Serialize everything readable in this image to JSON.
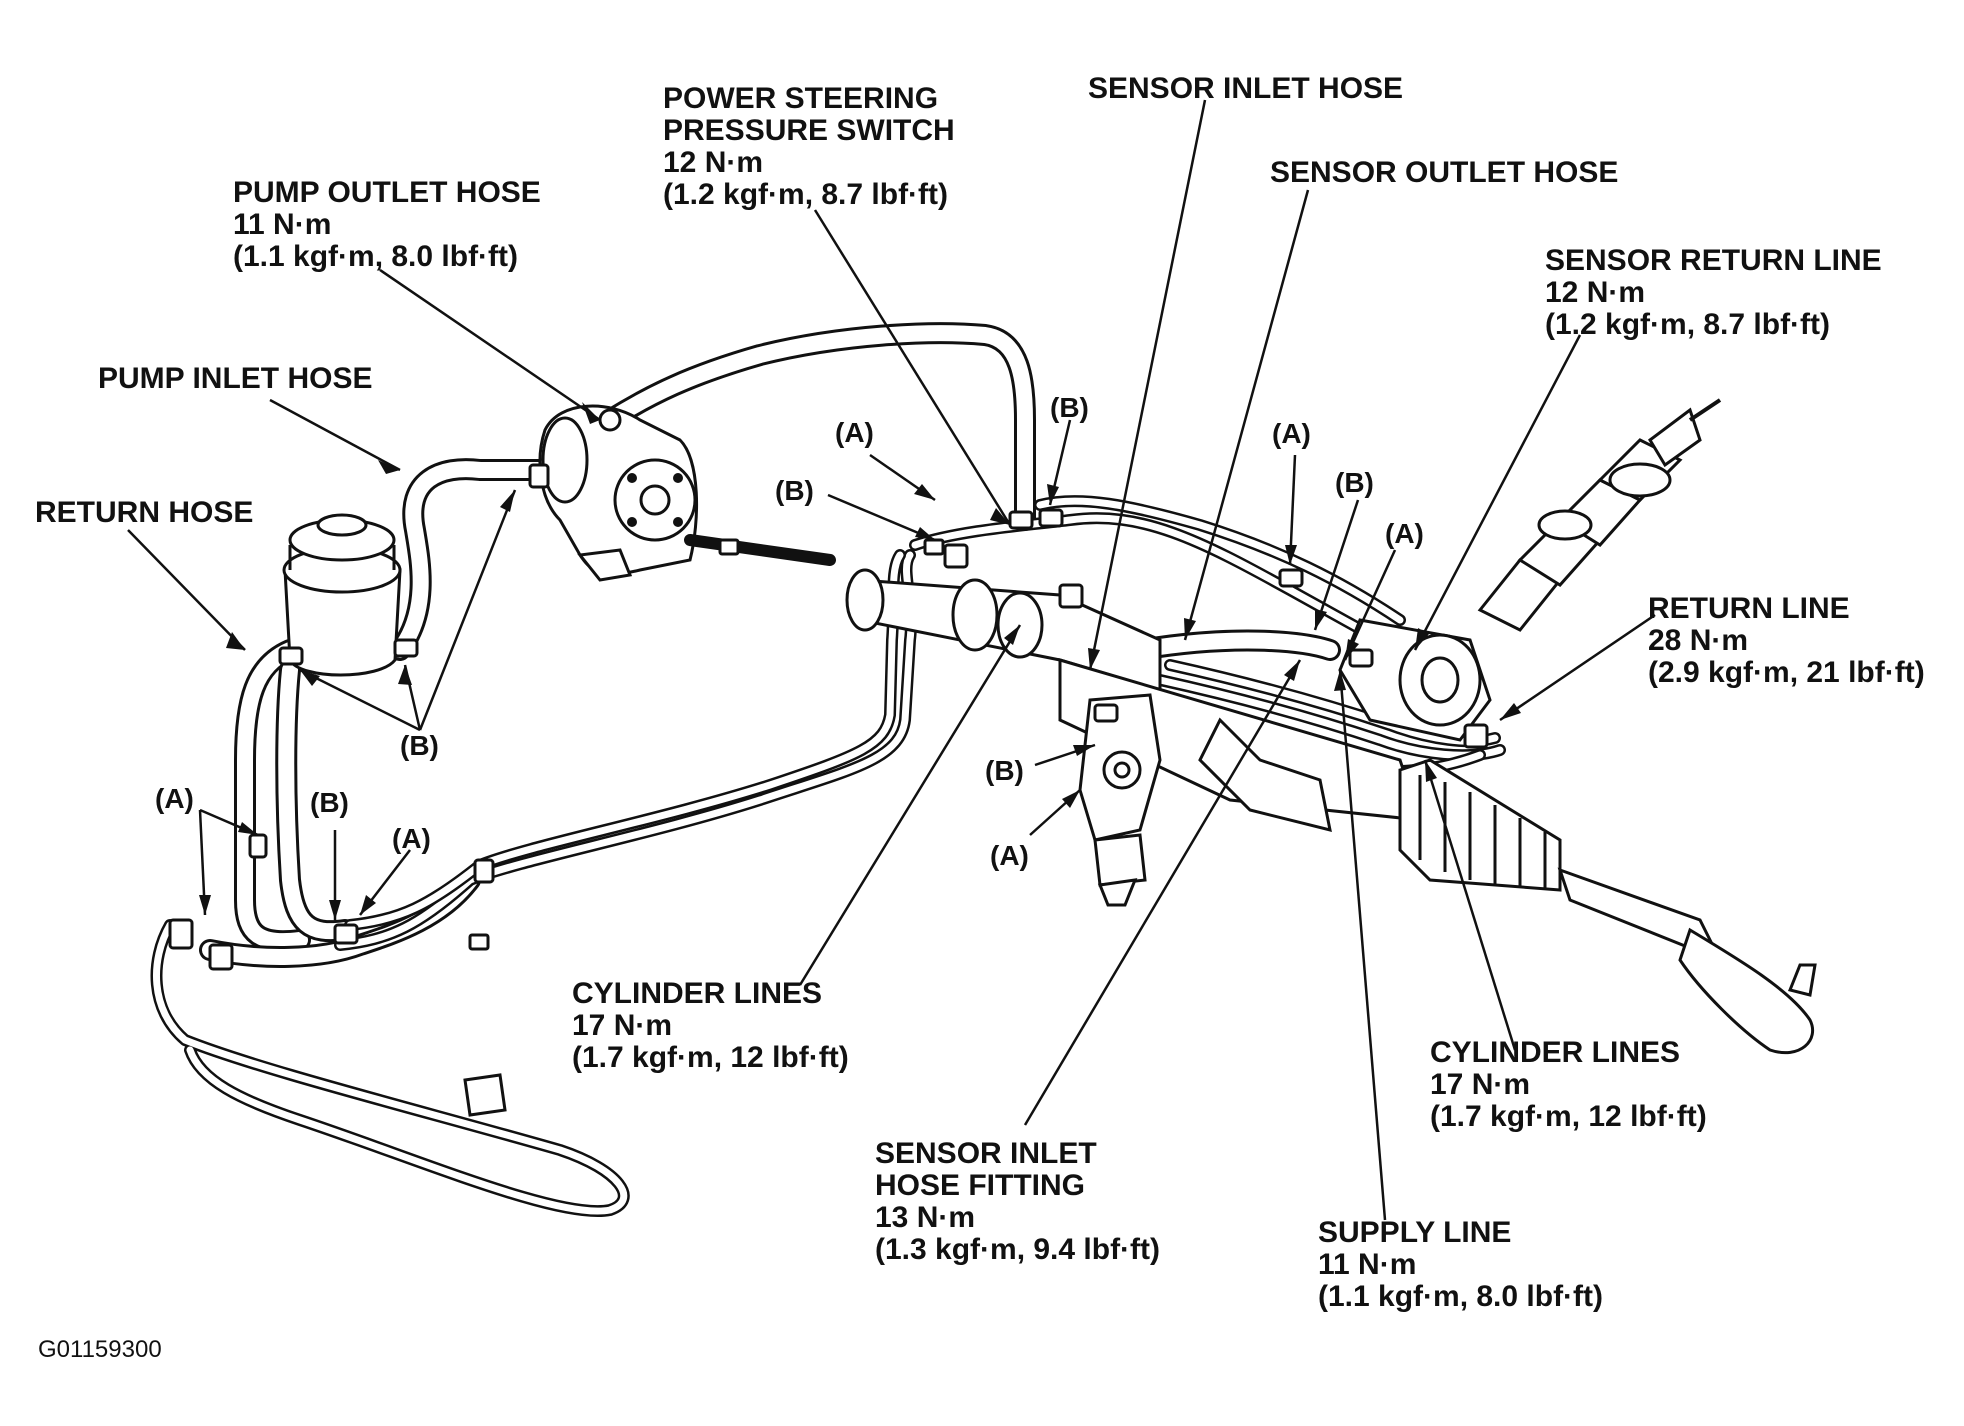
{
  "labels": {
    "pump_outlet_hose": {
      "name": "PUMP OUTLET HOSE",
      "torque": "11 N·m",
      "spec": "(1.1 kgf·m, 8.0 lbf·ft)"
    },
    "pump_inlet_hose": {
      "name": "PUMP INLET HOSE"
    },
    "return_hose": {
      "name": "RETURN HOSE"
    },
    "power_steering_pressure_switch": {
      "name_line1": "POWER STEERING",
      "name_line2": "PRESSURE SWITCH",
      "torque": "12 N·m",
      "spec": "(1.2 kgf·m, 8.7 lbf·ft)"
    },
    "sensor_inlet_hose": {
      "name": "SENSOR INLET HOSE"
    },
    "sensor_outlet_hose": {
      "name": "SENSOR OUTLET HOSE"
    },
    "sensor_return_line": {
      "name": "SENSOR RETURN LINE",
      "torque": "12 N·m",
      "spec": "(1.2 kgf·m, 8.7 lbf·ft)"
    },
    "return_line": {
      "name": "RETURN LINE",
      "torque": "28 N·m",
      "spec": "(2.9 kgf·m, 21 lbf·ft)"
    },
    "cylinder_lines_left": {
      "name": "CYLINDER LINES",
      "torque": "17 N·m",
      "spec": "(1.7 kgf·m, 12 lbf·ft)"
    },
    "cylinder_lines_right": {
      "name": "CYLINDER LINES",
      "torque": "17 N·m",
      "spec": "(1.7 kgf·m, 12 lbf·ft)"
    },
    "sensor_inlet_hose_fitting": {
      "name_line1": "SENSOR INLET",
      "name_line2": "HOSE FITTING",
      "torque": "13 N·m",
      "spec": "(1.3 kgf·m, 9.4 lbf·ft)"
    },
    "supply_line": {
      "name": "SUPPLY LINE",
      "torque": "11 N·m",
      "spec": "(1.1 kgf·m, 8.0 lbf·ft)"
    }
  },
  "callouts": {
    "a": "(A)",
    "b": "(B)"
  },
  "figure_code": "G01159300"
}
